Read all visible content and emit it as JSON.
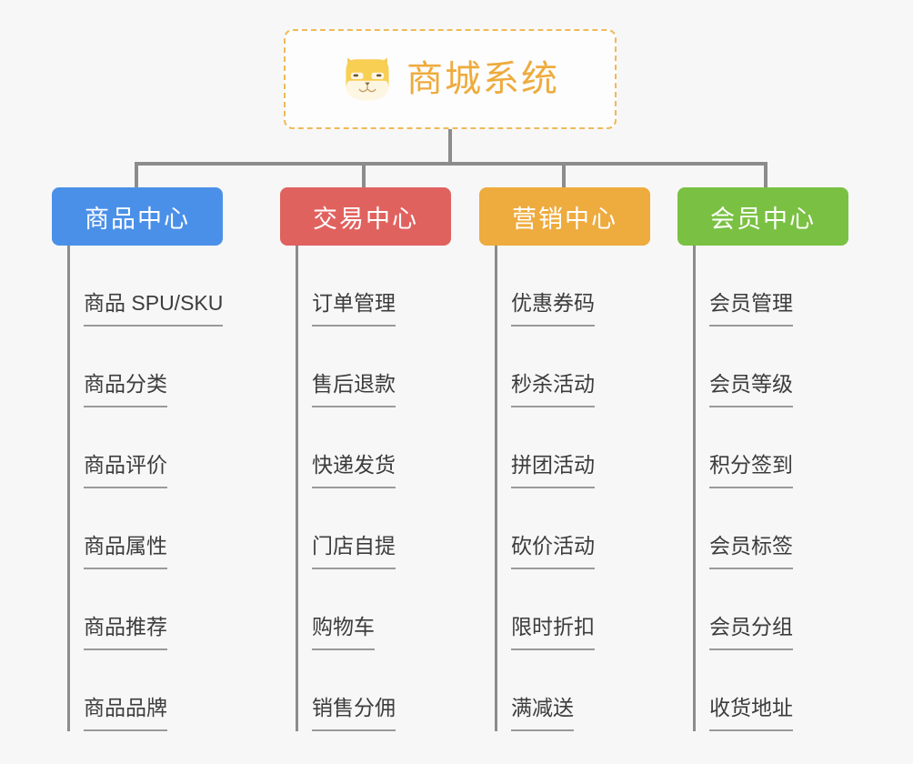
{
  "diagram": {
    "type": "org-tree",
    "background_color": "#f7f7f7",
    "root": {
      "icon": "shiba-dog-face-icon",
      "title": "商城系统",
      "title_color": "#eeab3e",
      "border_color": "#f0b958",
      "border_style": "dashed"
    },
    "connector_color": "#8c8c8c",
    "categories": [
      {
        "label": "商品中心",
        "color": "#4a90e8",
        "items": [
          "商品 SPU/SKU",
          "商品分类",
          "商品评价",
          "商品属性",
          "商品推荐",
          "商品品牌"
        ]
      },
      {
        "label": "交易中心",
        "color": "#e0625f",
        "items": [
          "订单管理",
          "售后退款",
          "快递发货",
          "门店自提",
          "购物车",
          "销售分佣"
        ]
      },
      {
        "label": "营销中心",
        "color": "#eeab3e",
        "items": [
          "优惠券码",
          "秒杀活动",
          "拼团活动",
          "砍价活动",
          "限时折扣",
          "满减送"
        ]
      },
      {
        "label": "会员中心",
        "color": "#7ac143",
        "items": [
          "会员管理",
          "会员等级",
          "积分签到",
          "会员标签",
          "会员分组",
          "收货地址"
        ]
      }
    ]
  }
}
